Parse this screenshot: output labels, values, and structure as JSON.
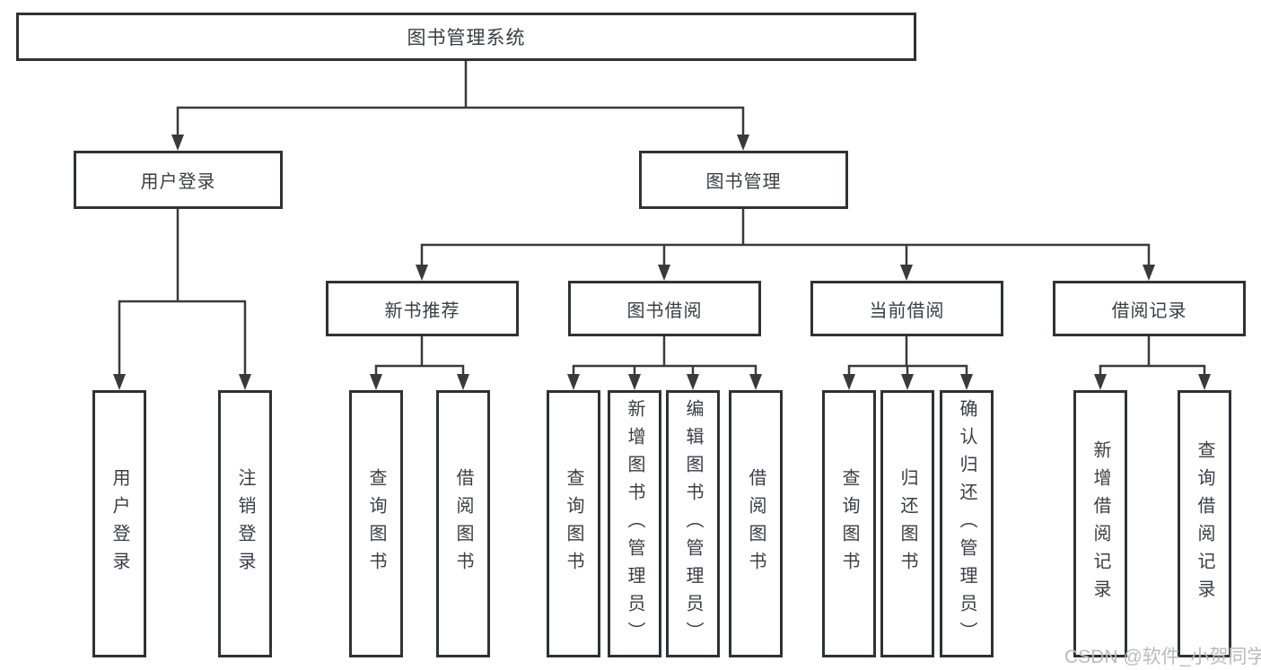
{
  "nodes": {
    "root": "图书管理系统",
    "level2": [
      "用户登录",
      "图书管理"
    ],
    "level3": [
      "新书推荐",
      "图书借阅",
      "当前借阅",
      "借阅记录"
    ],
    "leaves": {
      "user_login": [
        "用户登录",
        "注销登录"
      ],
      "new_book": [
        "查询图书",
        "借阅图书"
      ],
      "book_borrow": [
        "查询图书",
        "新增图书（管理员）",
        "编辑图书（管理员）",
        "借阅图书"
      ],
      "current_borrow": [
        "查询图书",
        "归还图书",
        "确认归还（管理员）"
      ],
      "borrow_record": [
        "新增借阅记录",
        "查询借阅记录"
      ]
    }
  },
  "colors": {
    "line": "#3a3a3a",
    "border": "#2f3235",
    "text": "#3a3d42",
    "watermark": "#b9bbbe"
  },
  "watermark": "CSDN @软件_小贺同学"
}
